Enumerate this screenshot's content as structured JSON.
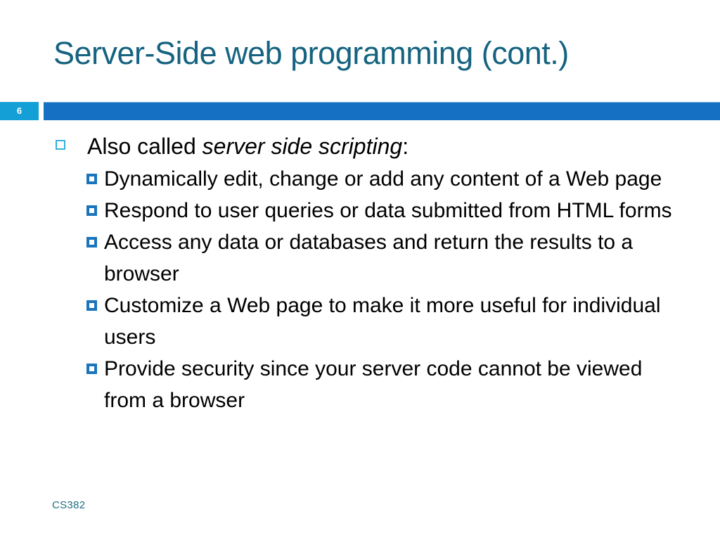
{
  "slide": {
    "title": "Server-Side web programming (cont.)",
    "number": "6",
    "footer": "CS382",
    "colors": {
      "title_teal": "#156380",
      "band_blue": "#1570C4",
      "number_box_cyan": "#149FD6",
      "bullet_l1_outline": "#35AEE0",
      "bullet_l2_fill": "#1B75BC",
      "body_text": "#000000",
      "footer_teal": "#1F6E80",
      "background": "#FFFFFF"
    }
  },
  "content": {
    "level1": {
      "text_before_emphasis": "Also called ",
      "emphasis": "server side scripting",
      "text_after_emphasis": ":",
      "full_text": "Also called server side scripting:"
    },
    "level2": [
      "Dynamically edit, change or add any content of a Web page",
      "Respond to user queries or data submitted from HTML forms",
      "Access any data or databases and return the results to a browser",
      "Customize a Web page to make it more useful for individual users",
      "Provide security since your server code cannot be viewed from a browser"
    ]
  }
}
